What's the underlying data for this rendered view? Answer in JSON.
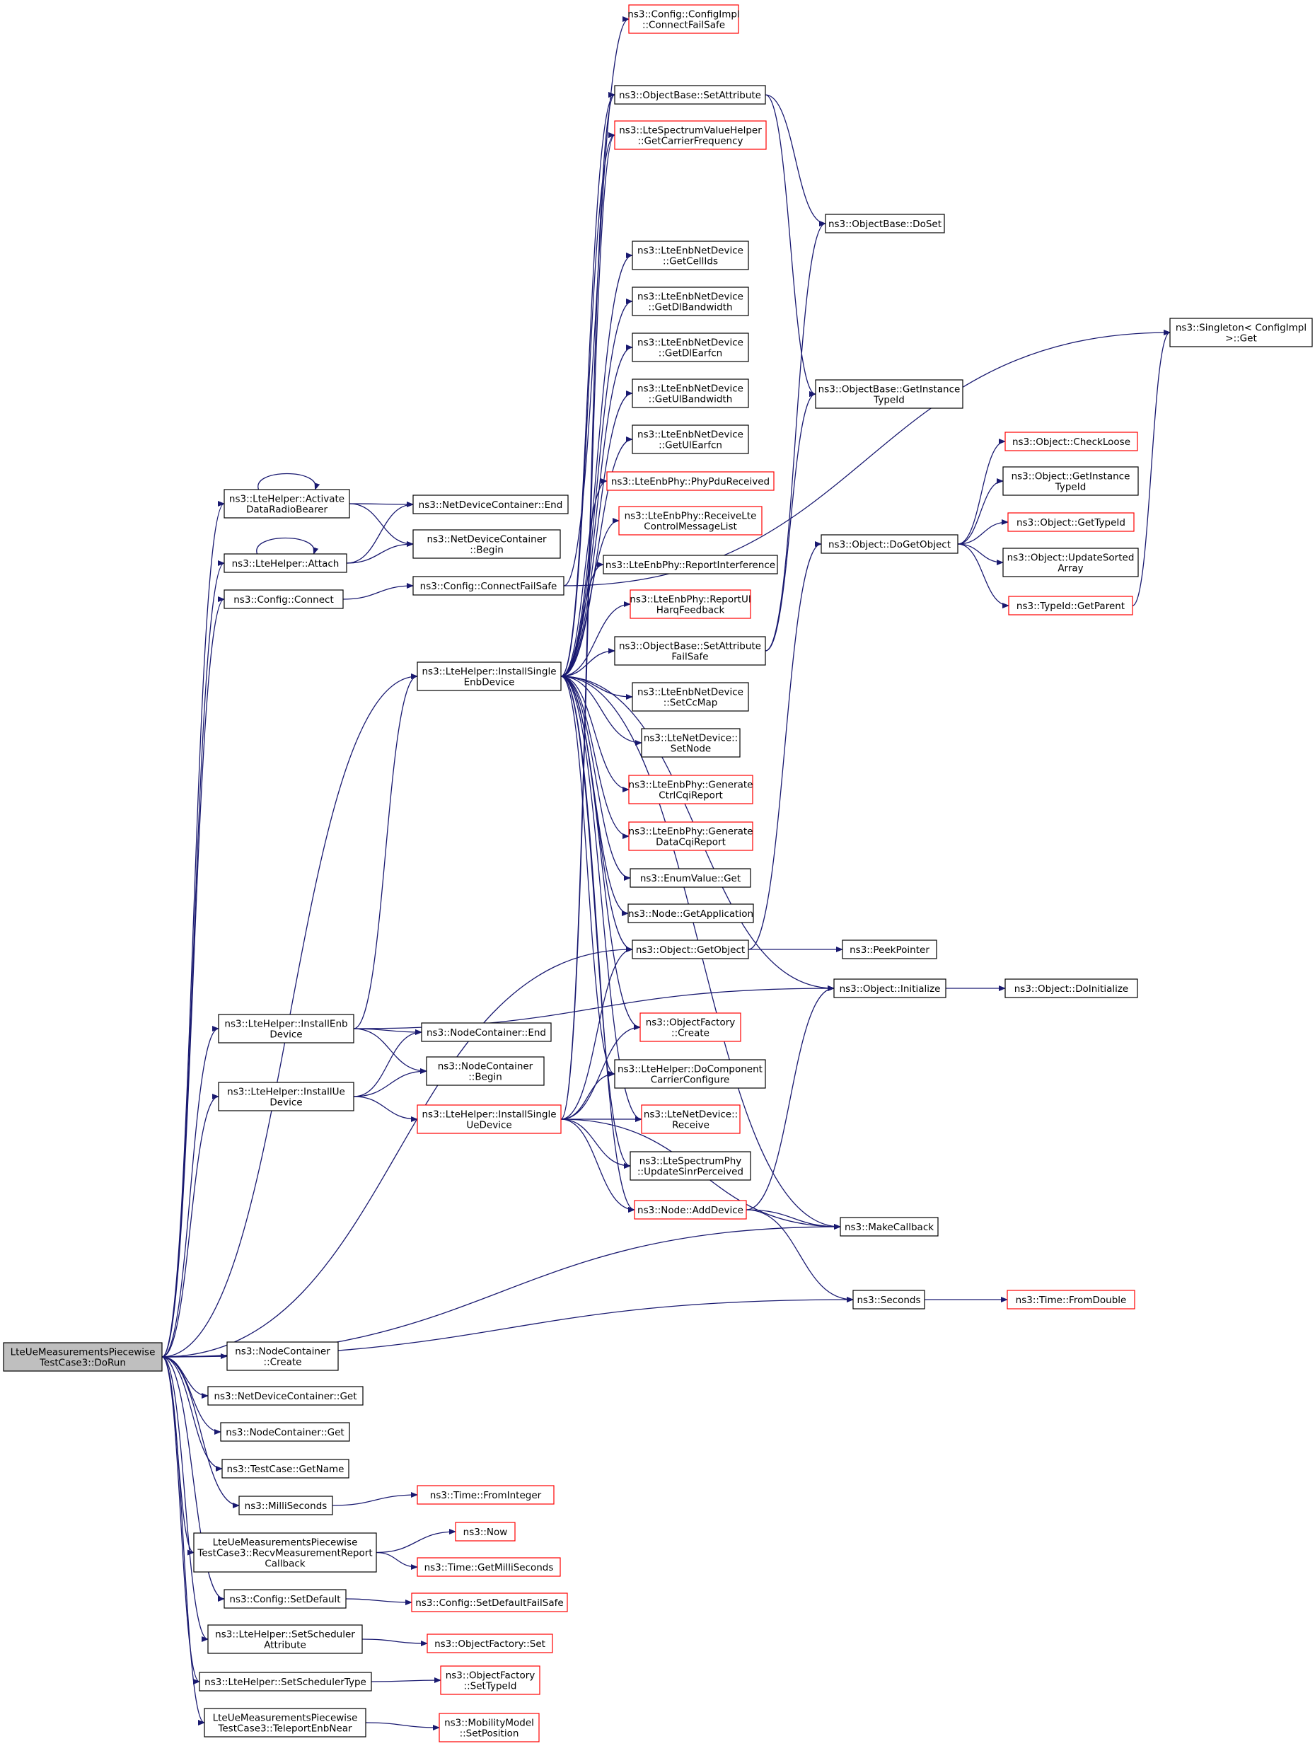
{
  "colors": {
    "edge": "#191970",
    "node_border_default": "#000000",
    "node_border_truncated": "#ff0000",
    "node_fill_default": "#ffffff",
    "node_fill_root": "#bfbfbf"
  },
  "nodes": [
    {
      "id": "root",
      "lines": [
        "LteUeMeasurementsPiecewise",
        "TestCase3::DoRun"
      ],
      "style": "root"
    },
    {
      "id": "activate",
      "lines": [
        "ns3::LteHelper::Activate",
        "DataRadioBearer"
      ],
      "style": "normal"
    },
    {
      "id": "attach",
      "lines": [
        "ns3::LteHelper::Attach"
      ],
      "style": "normal"
    },
    {
      "id": "cfgconnect",
      "lines": [
        "ns3::Config::Connect"
      ],
      "style": "normal"
    },
    {
      "id": "installenb",
      "lines": [
        "ns3::LteHelper::InstallEnb",
        "Device"
      ],
      "style": "normal"
    },
    {
      "id": "installue",
      "lines": [
        "ns3::LteHelper::InstallUe",
        "Device"
      ],
      "style": "normal"
    },
    {
      "id": "nccreate",
      "lines": [
        "ns3::NodeContainer",
        "::Create"
      ],
      "style": "normal"
    },
    {
      "id": "ndcget",
      "lines": [
        "ns3::NetDeviceContainer::Get"
      ],
      "style": "normal"
    },
    {
      "id": "ncget",
      "lines": [
        "ns3::NodeContainer::Get"
      ],
      "style": "normal"
    },
    {
      "id": "getname",
      "lines": [
        "ns3::TestCase::GetName"
      ],
      "style": "normal"
    },
    {
      "id": "millis",
      "lines": [
        "ns3::MilliSeconds"
      ],
      "style": "normal"
    },
    {
      "id": "recvcb",
      "lines": [
        "LteUeMeasurementsPiecewise",
        "TestCase3::RecvMeasurementReport",
        "Callback"
      ],
      "style": "normal"
    },
    {
      "id": "setdefault",
      "lines": [
        "ns3::Config::SetDefault"
      ],
      "style": "normal"
    },
    {
      "id": "setschedattr",
      "lines": [
        "ns3::LteHelper::SetScheduler",
        "Attribute"
      ],
      "style": "normal"
    },
    {
      "id": "setschedtype",
      "lines": [
        "ns3::LteHelper::SetSchedulerType"
      ],
      "style": "normal"
    },
    {
      "id": "teleport",
      "lines": [
        "LteUeMeasurementsPiecewise",
        "TestCase3::TeleportEnbNear"
      ],
      "style": "normal"
    },
    {
      "id": "ndcend",
      "lines": [
        "ns3::NetDeviceContainer::End"
      ],
      "style": "normal"
    },
    {
      "id": "ndcbegin",
      "lines": [
        "ns3::NetDeviceContainer",
        "::Begin"
      ],
      "style": "normal"
    },
    {
      "id": "cfgconnectfs",
      "lines": [
        "ns3::Config::ConnectFailSafe"
      ],
      "style": "normal"
    },
    {
      "id": "installsingleenb",
      "lines": [
        "ns3::LteHelper::InstallSingle",
        "EnbDevice"
      ],
      "style": "normal"
    },
    {
      "id": "ncend",
      "lines": [
        "ns3::NodeContainer::End"
      ],
      "style": "normal"
    },
    {
      "id": "ncbegin",
      "lines": [
        "ns3::NodeContainer",
        "::Begin"
      ],
      "style": "normal"
    },
    {
      "id": "installsingleue",
      "lines": [
        "ns3::LteHelper::InstallSingle",
        "UeDevice"
      ],
      "style": "truncated"
    },
    {
      "id": "fromint",
      "lines": [
        "ns3::Time::FromInteger"
      ],
      "style": "truncated"
    },
    {
      "id": "now",
      "lines": [
        "ns3::Now"
      ],
      "style": "truncated"
    },
    {
      "id": "getms",
      "lines": [
        "ns3::Time::GetMilliSeconds"
      ],
      "style": "truncated"
    },
    {
      "id": "setdefaultfs",
      "lines": [
        "ns3::Config::SetDefaultFailSafe"
      ],
      "style": "truncated"
    },
    {
      "id": "ofset",
      "lines": [
        "ns3::ObjectFactory::Set"
      ],
      "style": "truncated"
    },
    {
      "id": "ofsettypeid",
      "lines": [
        "ns3::ObjectFactory",
        "::SetTypeId"
      ],
      "style": "truncated"
    },
    {
      "id": "setpos",
      "lines": [
        "ns3::MobilityModel",
        "::SetPosition"
      ],
      "style": "truncated"
    },
    {
      "id": "cfgimplcfs",
      "lines": [
        "ns3::Config::ConfigImpl",
        "::ConnectFailSafe"
      ],
      "style": "truncated"
    },
    {
      "id": "obsetattr",
      "lines": [
        "ns3::ObjectBase::SetAttribute"
      ],
      "style": "normal"
    },
    {
      "id": "getcarrier",
      "lines": [
        "ns3::LteSpectrumValueHelper",
        "::GetCarrierFrequency"
      ],
      "style": "truncated"
    },
    {
      "id": "getcellids",
      "lines": [
        "ns3::LteEnbNetDevice",
        "::GetCellIds"
      ],
      "style": "normal"
    },
    {
      "id": "getdlbw",
      "lines": [
        "ns3::LteEnbNetDevice",
        "::GetDlBandwidth"
      ],
      "style": "normal"
    },
    {
      "id": "getdlearfcn",
      "lines": [
        "ns3::LteEnbNetDevice",
        "::GetDlEarfcn"
      ],
      "style": "normal"
    },
    {
      "id": "getulbw",
      "lines": [
        "ns3::LteEnbNetDevice",
        "::GetUlBandwidth"
      ],
      "style": "normal"
    },
    {
      "id": "getulearfcn",
      "lines": [
        "ns3::LteEnbNetDevice",
        "::GetUlEarfcn"
      ],
      "style": "normal"
    },
    {
      "id": "phypdu",
      "lines": [
        "ns3::LteEnbPhy::PhyPduReceived"
      ],
      "style": "truncated"
    },
    {
      "id": "recvctrl",
      "lines": [
        "ns3::LteEnbPhy::ReceiveLte",
        "ControlMessageList"
      ],
      "style": "truncated"
    },
    {
      "id": "reportinterf",
      "lines": [
        "ns3::LteEnbPhy::ReportInterference"
      ],
      "style": "normal"
    },
    {
      "id": "reportul",
      "lines": [
        "ns3::LteEnbPhy::ReportUl",
        "HarqFeedback"
      ],
      "style": "truncated"
    },
    {
      "id": "setattrfs",
      "lines": [
        "ns3::ObjectBase::SetAttribute",
        "FailSafe"
      ],
      "style": "normal"
    },
    {
      "id": "setccmap",
      "lines": [
        "ns3::LteEnbNetDevice",
        "::SetCcMap"
      ],
      "style": "normal"
    },
    {
      "id": "setnode",
      "lines": [
        "ns3::LteNetDevice::",
        "SetNode"
      ],
      "style": "normal"
    },
    {
      "id": "genctrl",
      "lines": [
        "ns3::LteEnbPhy::Generate",
        "CtrlCqiReport"
      ],
      "style": "truncated"
    },
    {
      "id": "gendata",
      "lines": [
        "ns3::LteEnbPhy::Generate",
        "DataCqiReport"
      ],
      "style": "truncated"
    },
    {
      "id": "enumget",
      "lines": [
        "ns3::EnumValue::Get"
      ],
      "style": "normal"
    },
    {
      "id": "getapp",
      "lines": [
        "ns3::Node::GetApplication"
      ],
      "style": "normal"
    },
    {
      "id": "getobject",
      "lines": [
        "ns3::Object::GetObject"
      ],
      "style": "normal"
    },
    {
      "id": "ofcreate",
      "lines": [
        "ns3::ObjectFactory",
        "::Create"
      ],
      "style": "truncated"
    },
    {
      "id": "docc",
      "lines": [
        "ns3::LteHelper::DoComponent",
        "CarrierConfigure"
      ],
      "style": "normal"
    },
    {
      "id": "ltereceive",
      "lines": [
        "ns3::LteNetDevice::",
        "Receive"
      ],
      "style": "truncated"
    },
    {
      "id": "updatesinr",
      "lines": [
        "ns3::LteSpectrumPhy",
        "::UpdateSinrPerceived"
      ],
      "style": "normal"
    },
    {
      "id": "adddevice",
      "lines": [
        "ns3::Node::AddDevice"
      ],
      "style": "truncated"
    },
    {
      "id": "doset",
      "lines": [
        "ns3::ObjectBase::DoSet"
      ],
      "style": "normal"
    },
    {
      "id": "getinsttypeid",
      "lines": [
        "ns3::ObjectBase::GetInstance",
        "TypeId"
      ],
      "style": "normal"
    },
    {
      "id": "dogetobject",
      "lines": [
        "ns3::Object::DoGetObject"
      ],
      "style": "normal"
    },
    {
      "id": "peek",
      "lines": [
        "ns3::PeekPointer"
      ],
      "style": "normal"
    },
    {
      "id": "initialize",
      "lines": [
        "ns3::Object::Initialize"
      ],
      "style": "normal"
    },
    {
      "id": "makecb",
      "lines": [
        "ns3::MakeCallback"
      ],
      "style": "normal"
    },
    {
      "id": "seconds",
      "lines": [
        "ns3::Seconds"
      ],
      "style": "normal"
    },
    {
      "id": "singleton",
      "lines": [
        "ns3::Singleton< ConfigImpl",
        " >::Get"
      ],
      "style": "normal"
    },
    {
      "id": "checkloose",
      "lines": [
        "ns3::Object::CheckLoose"
      ],
      "style": "truncated"
    },
    {
      "id": "objgetinst",
      "lines": [
        "ns3::Object::GetInstance",
        "TypeId"
      ],
      "style": "normal"
    },
    {
      "id": "objgettypeid",
      "lines": [
        "ns3::Object::GetTypeId"
      ],
      "style": "truncated"
    },
    {
      "id": "updatesorted",
      "lines": [
        "ns3::Object::UpdateSorted",
        "Array"
      ],
      "style": "normal"
    },
    {
      "id": "getparent",
      "lines": [
        "ns3::TypeId::GetParent"
      ],
      "style": "truncated"
    },
    {
      "id": "doinit",
      "lines": [
        "ns3::Object::DoInitialize"
      ],
      "style": "normal"
    },
    {
      "id": "fromdouble",
      "lines": [
        "ns3::Time::FromDouble"
      ],
      "style": "truncated"
    }
  ],
  "edges": [
    [
      "root",
      "activate"
    ],
    [
      "root",
      "attach"
    ],
    [
      "root",
      "cfgconnect"
    ],
    [
      "root",
      "installsingleenb"
    ],
    [
      "root",
      "getobject"
    ],
    [
      "root",
      "installenb"
    ],
    [
      "root",
      "installue"
    ],
    [
      "root",
      "makecb"
    ],
    [
      "root",
      "seconds"
    ],
    [
      "root",
      "nccreate"
    ],
    [
      "root",
      "ndcget"
    ],
    [
      "root",
      "ncget"
    ],
    [
      "root",
      "getname"
    ],
    [
      "root",
      "millis"
    ],
    [
      "root",
      "recvcb"
    ],
    [
      "root",
      "setdefault"
    ],
    [
      "root",
      "setschedattr"
    ],
    [
      "root",
      "setschedtype"
    ],
    [
      "root",
      "teleport"
    ],
    [
      "activate",
      "activate"
    ],
    [
      "activate",
      "ndcend"
    ],
    [
      "activate",
      "ndcbegin"
    ],
    [
      "attach",
      "attach"
    ],
    [
      "attach",
      "ndcend"
    ],
    [
      "attach",
      "ndcbegin"
    ],
    [
      "cfgconnect",
      "cfgconnectfs"
    ],
    [
      "cfgconnectfs",
      "cfgimplcfs"
    ],
    [
      "cfgconnectfs",
      "singleton"
    ],
    [
      "installenb",
      "installsingleenb"
    ],
    [
      "installenb",
      "ncend"
    ],
    [
      "installenb",
      "ncbegin"
    ],
    [
      "installenb",
      "initialize"
    ],
    [
      "installue",
      "ncend"
    ],
    [
      "installue",
      "ncbegin"
    ],
    [
      "installue",
      "installsingleue"
    ],
    [
      "installsingleenb",
      "obsetattr"
    ],
    [
      "installsingleenb",
      "getcarrier"
    ],
    [
      "installsingleenb",
      "getcellids"
    ],
    [
      "installsingleenb",
      "getdlbw"
    ],
    [
      "installsingleenb",
      "getdlearfcn"
    ],
    [
      "installsingleenb",
      "getulbw"
    ],
    [
      "installsingleenb",
      "getulearfcn"
    ],
    [
      "installsingleenb",
      "phypdu"
    ],
    [
      "installsingleenb",
      "recvctrl"
    ],
    [
      "installsingleenb",
      "reportinterf"
    ],
    [
      "installsingleenb",
      "reportul"
    ],
    [
      "installsingleenb",
      "setattrfs"
    ],
    [
      "installsingleenb",
      "setccmap"
    ],
    [
      "installsingleenb",
      "setnode"
    ],
    [
      "installsingleenb",
      "genctrl"
    ],
    [
      "installsingleenb",
      "gendata"
    ],
    [
      "installsingleenb",
      "enumget"
    ],
    [
      "installsingleenb",
      "getapp"
    ],
    [
      "installsingleenb",
      "getobject"
    ],
    [
      "installsingleenb",
      "ofcreate"
    ],
    [
      "installsingleenb",
      "docc"
    ],
    [
      "installsingleenb",
      "ltereceive"
    ],
    [
      "installsingleenb",
      "updatesinr"
    ],
    [
      "installsingleenb",
      "adddevice"
    ],
    [
      "installsingleenb",
      "initialize"
    ],
    [
      "installsingleenb",
      "makecb"
    ],
    [
      "installsingleue",
      "obsetattr"
    ],
    [
      "installsingleue",
      "getcarrier"
    ],
    [
      "installsingleue",
      "getobject"
    ],
    [
      "installsingleue",
      "ofcreate"
    ],
    [
      "installsingleue",
      "docc"
    ],
    [
      "installsingleue",
      "ltereceive"
    ],
    [
      "installsingleue",
      "updatesinr"
    ],
    [
      "installsingleue",
      "adddevice"
    ],
    [
      "installsingleue",
      "makecb"
    ],
    [
      "obsetattr",
      "doset"
    ],
    [
      "obsetattr",
      "getinsttypeid"
    ],
    [
      "setattrfs",
      "doset"
    ],
    [
      "setattrfs",
      "getinsttypeid"
    ],
    [
      "getobject",
      "dogetobject"
    ],
    [
      "getobject",
      "peek"
    ],
    [
      "dogetobject",
      "checkloose"
    ],
    [
      "dogetobject",
      "objgetinst"
    ],
    [
      "dogetobject",
      "objgettypeid"
    ],
    [
      "dogetobject",
      "updatesorted"
    ],
    [
      "dogetobject",
      "getparent"
    ],
    [
      "getparent",
      "singleton"
    ],
    [
      "initialize",
      "doinit"
    ],
    [
      "adddevice",
      "initialize"
    ],
    [
      "adddevice",
      "makecb"
    ],
    [
      "adddevice",
      "seconds"
    ],
    [
      "seconds",
      "fromdouble"
    ],
    [
      "millis",
      "fromint"
    ],
    [
      "recvcb",
      "now"
    ],
    [
      "recvcb",
      "getms"
    ],
    [
      "setdefault",
      "setdefaultfs"
    ],
    [
      "setschedattr",
      "ofset"
    ],
    [
      "setschedtype",
      "ofsettypeid"
    ],
    [
      "teleport",
      "setpos"
    ]
  ]
}
